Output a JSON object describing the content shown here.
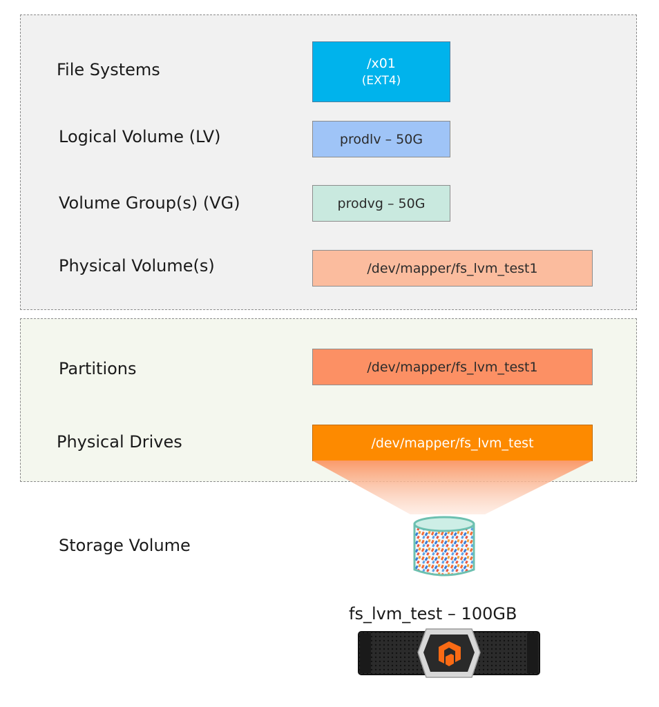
{
  "layers": {
    "file_systems": {
      "label": "File Systems",
      "box_line1": "/x01",
      "box_line2": "(EXT4)"
    },
    "logical_volume": {
      "label": "Logical Volume (LV)",
      "box": "prodlv – 50G"
    },
    "volume_group": {
      "label": "Volume Group(s) (VG)",
      "box": "prodvg – 50G"
    },
    "physical_volume": {
      "label": "Physical Volume(s)",
      "box": "/dev/mapper/fs_lvm_test1"
    },
    "partitions": {
      "label": "Partitions",
      "box": "/dev/mapper/fs_lvm_test1"
    },
    "physical_drives": {
      "label": "Physical Drives",
      "box": "/dev/mapper/fs_lvm_test"
    },
    "storage_volume": {
      "label": "Storage Volume",
      "caption": "fs_lvm_test – 100GB"
    }
  },
  "colors": {
    "file_system_box": "#00b3ec",
    "logical_volume_box": "#9fc4f7",
    "volume_group_box": "#c9e9df",
    "physical_volume_box": "#fbbc9e",
    "partitions_box": "#fc9064",
    "physical_drives_box": "#fd8a00",
    "os_panel_bg": "#f1f1f1",
    "disk_panel_bg": "#f4f7ee",
    "brand_orange": "#fa6a14"
  },
  "icons": {
    "storage_volume": "database-cylinder-icon",
    "array": "storage-array-logo"
  }
}
